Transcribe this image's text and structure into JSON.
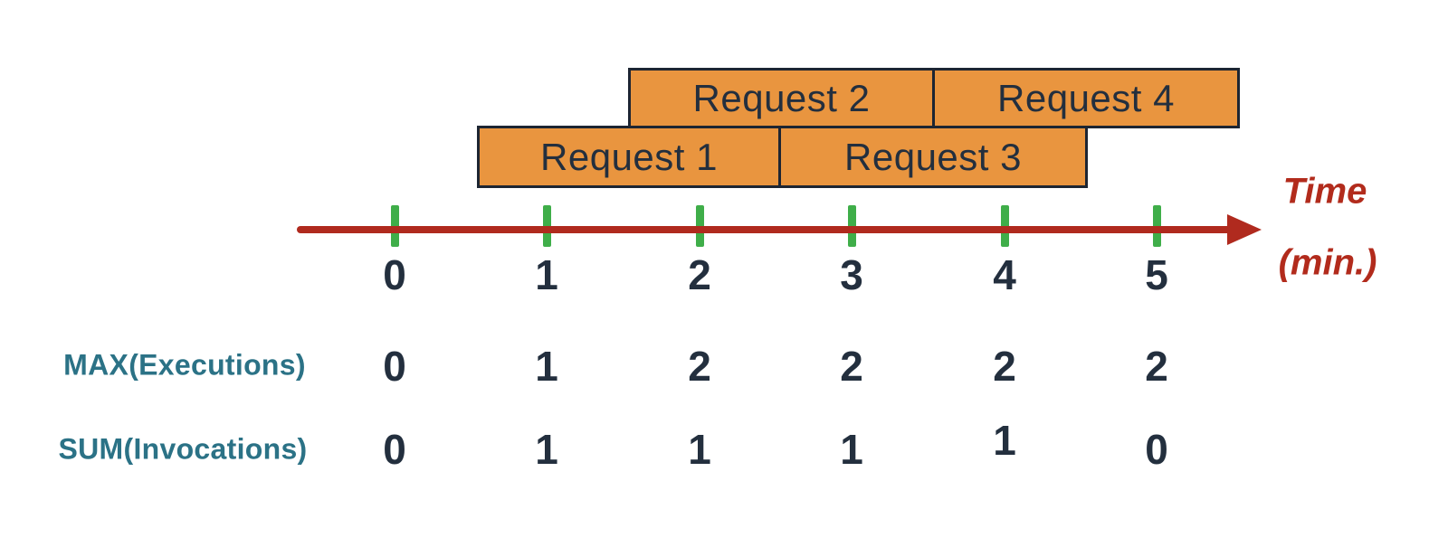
{
  "requests": [
    {
      "label": "Request 1",
      "row": "bottom",
      "start_min": 0.5,
      "end_min": 2.5
    },
    {
      "label": "Request 2",
      "row": "top",
      "start_min": 1.5,
      "end_min": 3.5
    },
    {
      "label": "Request 3",
      "row": "bottom",
      "start_min": 2.5,
      "end_min": 4.5
    },
    {
      "label": "Request 4",
      "row": "top",
      "start_min": 3.5,
      "end_min": 5.5
    }
  ],
  "timeline": {
    "tick_labels": [
      "0",
      "1",
      "2",
      "3",
      "4",
      "5"
    ],
    "axis_label_line1": "Time",
    "axis_label_line2": "(min.)"
  },
  "metrics": [
    {
      "label": "MAX(Executions)",
      "values": [
        "0",
        "1",
        "2",
        "2",
        "2",
        "2"
      ]
    },
    {
      "label": "SUM(Invocations)",
      "values": [
        "0",
        "1",
        "1",
        "1",
        "1",
        "0"
      ]
    }
  ],
  "colors": {
    "orange": "#E9953F",
    "box-border": "#1D2532",
    "navy": "#232F3E",
    "red": "#B02A1E",
    "red-text": "#B22B1C",
    "green": "#3FAE49",
    "teal": "#2B7286"
  }
}
